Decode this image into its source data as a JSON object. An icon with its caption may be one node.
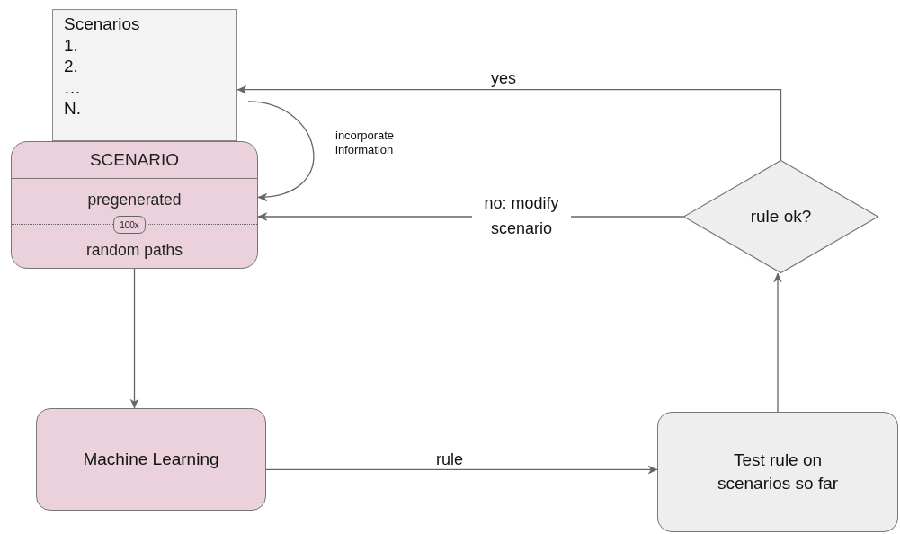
{
  "diagram": {
    "nodes": [
      {
        "text": [
          "Scenarios",
          "1.",
          "2.",
          "…",
          "N."
        ]
      },
      {
        "text": [
          "SCENARIO",
          "pregenerated",
          "random paths"
        ]
      },
      {
        "text": [
          "100x"
        ],
        "in": 1
      },
      {
        "text": [
          "Machine Learning"
        ]
      },
      {
        "text": [
          "Test rule on scenarios so far"
        ]
      },
      {
        "text": [
          "rule ok?"
        ]
      }
    ],
    "edges": [
      {
        "from": 0,
        "to": 1,
        "arrow": "to",
        "label": "incorporate information"
      },
      {
        "from": 5,
        "to": 0,
        "arrow": "to",
        "label": "yes"
      },
      {
        "from": 5,
        "to": 1,
        "arrow": "to",
        "label": "no: modify scenario"
      },
      {
        "from": 1,
        "to": 3,
        "arrow": "to"
      },
      {
        "from": 3,
        "to": 4,
        "arrow": "to",
        "label": "rule"
      },
      {
        "from": 4,
        "to": 5,
        "arrow": "to"
      }
    ]
  }
}
